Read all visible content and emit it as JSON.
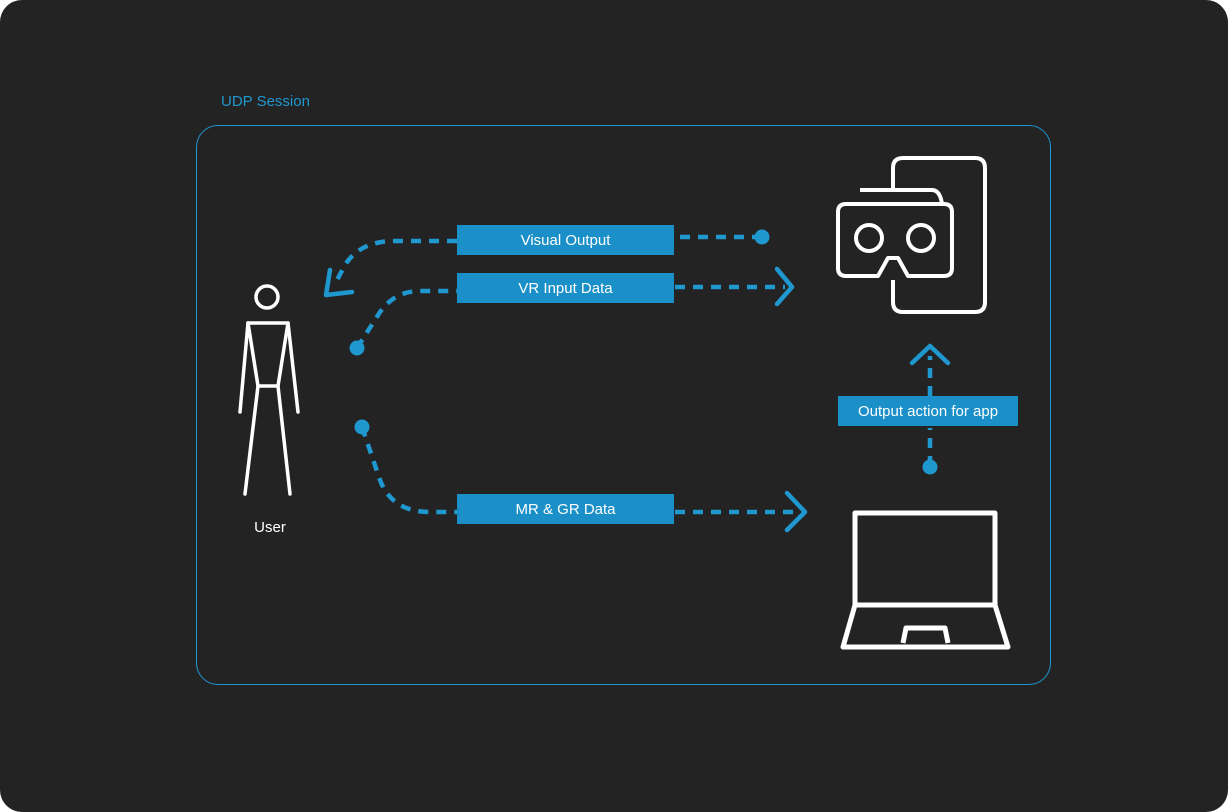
{
  "session": {
    "label": "UDP Session"
  },
  "user": {
    "label": "User",
    "icon": "person-icon"
  },
  "devices": {
    "vr_icon": "vr-headset-icon",
    "laptop_icon": "laptop-icon"
  },
  "flows": {
    "visual_output": "Visual Output",
    "vr_input": "VR Input Data",
    "mr_gr": "MR & GR Data",
    "output_action": "Output action for app"
  },
  "colors": {
    "background": "#232323",
    "accent": "#1f97cf",
    "label_fill": "#1a8fc8",
    "icon_stroke": "#ffffff"
  }
}
